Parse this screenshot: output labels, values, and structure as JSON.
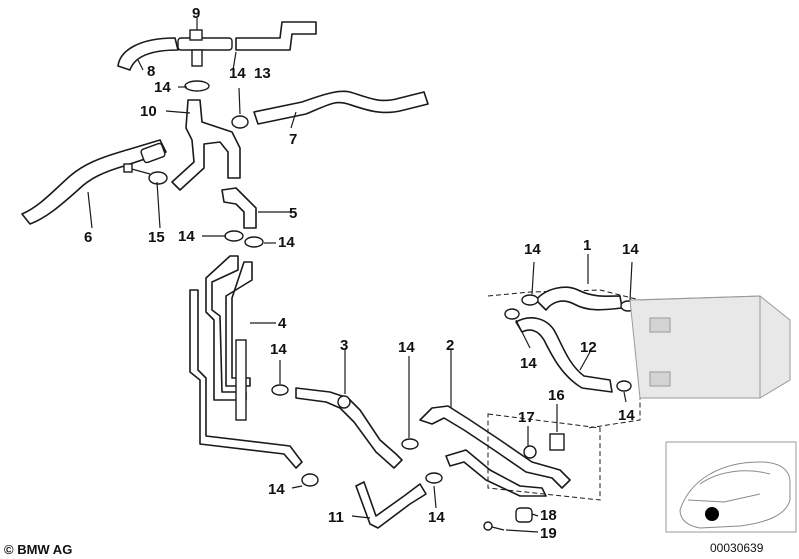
{
  "diagram": {
    "copyright": "© BMW AG",
    "diagram_number": "00030639",
    "labels": {
      "p1": "1",
      "p2": "2",
      "p3": "3",
      "p4": "4",
      "p5": "5",
      "p6": "6",
      "p7": "7",
      "p8": "8",
      "p9": "9",
      "p10": "10",
      "p11": "11",
      "p12": "12",
      "p13": "13",
      "p15": "15",
      "p16": "16",
      "p17": "17",
      "p18": "18",
      "p19": "19",
      "p14": "14"
    }
  }
}
